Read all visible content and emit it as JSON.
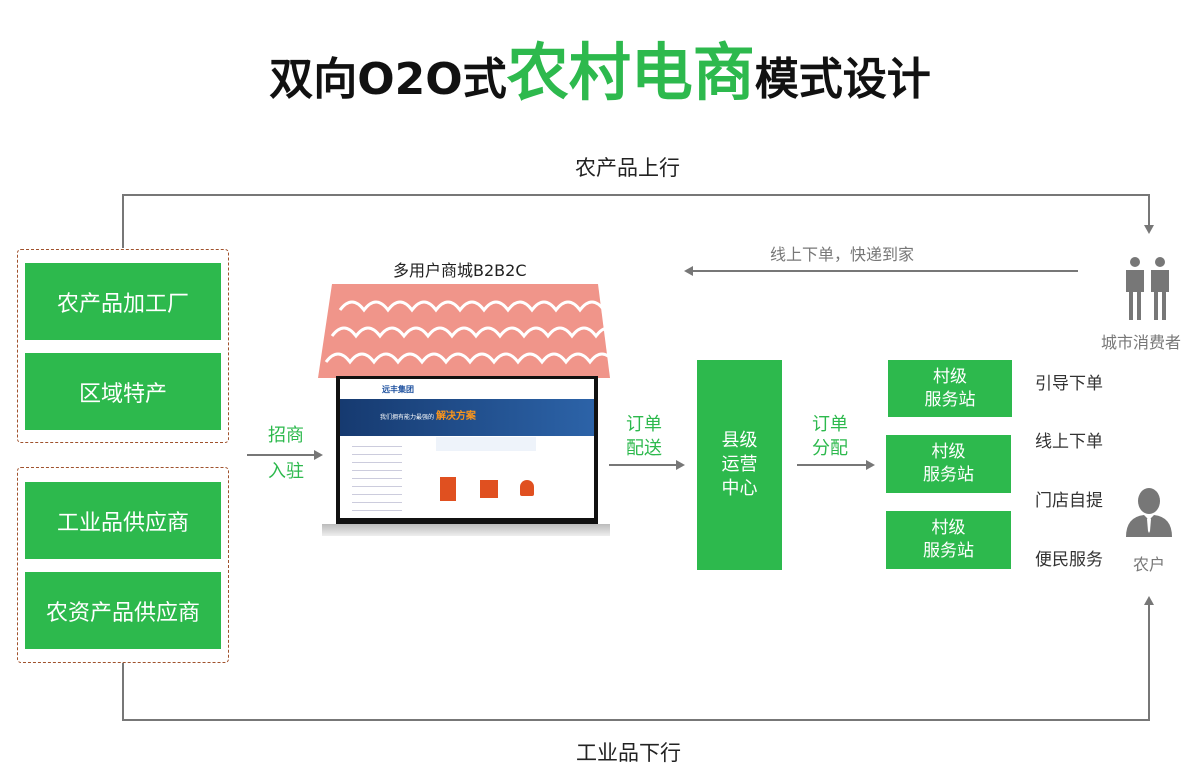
{
  "title": {
    "part1": "双向O2O式",
    "highlight": "农村电商",
    "part2": "模式设计"
  },
  "colors": {
    "green": "#2db94d",
    "roof": "#f0958a",
    "line": "#777777"
  },
  "flows": {
    "upstream": "农产品上行",
    "downstream": "工业品下行",
    "online_delivery": "线上下单，快递到家"
  },
  "left_top": [
    "农产品加工厂",
    "区域特产"
  ],
  "left_bottom": [
    "工业品供应商",
    "农资产品供应商"
  ],
  "mall": {
    "label": "多用户商城B2B2C",
    "screen_logo": "远丰集团",
    "screen_headline": "解决方案",
    "screen_slogan": "我们拥有能力最强的"
  },
  "arrows": {
    "recruit": [
      "招商",
      "入驻"
    ],
    "order_delivery": [
      "订单",
      "配送"
    ],
    "order_allocation": [
      "订单",
      "分配"
    ]
  },
  "county_center": [
    "县级",
    "运营",
    "中心"
  ],
  "village_stations": [
    [
      "村级",
      "服务站"
    ],
    [
      "村级",
      "服务站"
    ],
    [
      "村级",
      "服务站"
    ]
  ],
  "services": [
    "引导下单",
    "线上下单",
    "门店自提",
    "便民服务"
  ],
  "actors": {
    "consumer": {
      "label": "城市消费者",
      "icon": "people-icon"
    },
    "farmer": {
      "label": "农户",
      "icon": "person-tie-icon"
    }
  }
}
